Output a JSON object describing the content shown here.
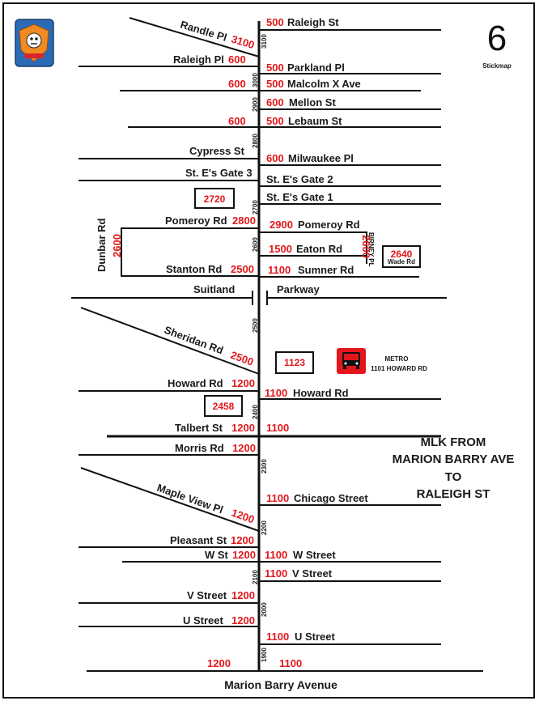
{
  "map_number": "6",
  "map_type": "Stickmap",
  "main_road_name": "Marion Barry Avenue",
  "route_note": [
    "MLK FROM",
    "MARION BARRY AVE",
    "TO",
    "RALEIGH ST"
  ],
  "left_streets": {
    "randle": {
      "name": "Randle Pl",
      "addr": "3100"
    },
    "raleigh": {
      "name": "Raleigh Pl",
      "addr": "600"
    },
    "malcolm": {
      "addr": "600"
    },
    "lebaum": {
      "addr": "600"
    },
    "cypress": {
      "name": "Cypress St"
    },
    "ste_gate3": {
      "name": "St. E's Gate 3"
    },
    "pomeroy": {
      "name": "Pomeroy Rd",
      "addr": "2800"
    },
    "dunbar": {
      "name": "Dunbar Rd",
      "addr": "2600"
    },
    "stanton": {
      "name": "Stanton Rd",
      "addr": "2500"
    },
    "suitland": {
      "name": "Suitland"
    },
    "sheridan": {
      "name": "Sheridan Rd",
      "addr": "2500"
    },
    "howard": {
      "name": "Howard Rd",
      "addr": "1200"
    },
    "talbert": {
      "name": "Talbert St",
      "addr": "1200"
    },
    "morris": {
      "name": "Morris Rd",
      "addr": "1200"
    },
    "mapleview": {
      "name": "Maple View Pl",
      "addr": "1200"
    },
    "pleasant": {
      "name": "Pleasant St",
      "addr": "1200"
    },
    "w_st": {
      "name": "W St",
      "addr": "1200"
    },
    "v_street": {
      "name": "V Street",
      "addr": "1200"
    },
    "u_street": {
      "name": "U Street",
      "addr": "1200"
    },
    "bottom": {
      "addr": "1200"
    }
  },
  "right_streets": {
    "raleigh_st": {
      "addr": "500",
      "name": "Raleigh St"
    },
    "parkland": {
      "addr": "500",
      "name": "Parkland Pl"
    },
    "malcolm_x": {
      "addr": "500",
      "name": "Malcolm X Ave"
    },
    "mellon": {
      "addr": "600",
      "name": "Mellon St"
    },
    "lebaum": {
      "addr": "500",
      "name": "Lebaum St"
    },
    "milwaukee": {
      "addr": "600",
      "name": "Milwaukee Pl"
    },
    "ste_gate2": {
      "name": "St. E's Gate 2"
    },
    "ste_gate1": {
      "name": "St. E's Gate 1"
    },
    "pomeroy": {
      "addr": "2900",
      "name": "Pomeroy Rd"
    },
    "eaton": {
      "addr": "1500",
      "name": "Eaton Rd"
    },
    "birney": {
      "name": "BIRNEY PL",
      "addr": "2600"
    },
    "sumner": {
      "addr": "1100",
      "name": "Sumner  Rd"
    },
    "parkway": {
      "name": "Parkway"
    },
    "howard": {
      "addr": "1100",
      "name": "Howard Rd"
    },
    "talbert": {
      "addr": "1100"
    },
    "chicago": {
      "addr": "1100",
      "name": "Chicago Street"
    },
    "w_street": {
      "addr": "1100",
      "name": "W Street"
    },
    "v_street": {
      "addr": "1100",
      "name": "V Street"
    },
    "u_street": {
      "addr": "1100",
      "name": "U Street"
    },
    "bottom": {
      "addr": "1100"
    }
  },
  "block_numbers": [
    "3100",
    "3000",
    "2900",
    "2800",
    "2700",
    "2600",
    "2500",
    "2400",
    "2300",
    "2200",
    "2100",
    "2000",
    "1900"
  ],
  "boxed": {
    "b2720": "2720",
    "b2640": "2640",
    "b2640_sub": "Wade Rd",
    "b1123": "1123",
    "b2458": "2458"
  },
  "metro": {
    "title": "METRO",
    "address": "1101 HOWARD RD"
  },
  "colors": {
    "address_red": "#e3171b",
    "line": "#111111",
    "bus_red": "#e3171b"
  }
}
